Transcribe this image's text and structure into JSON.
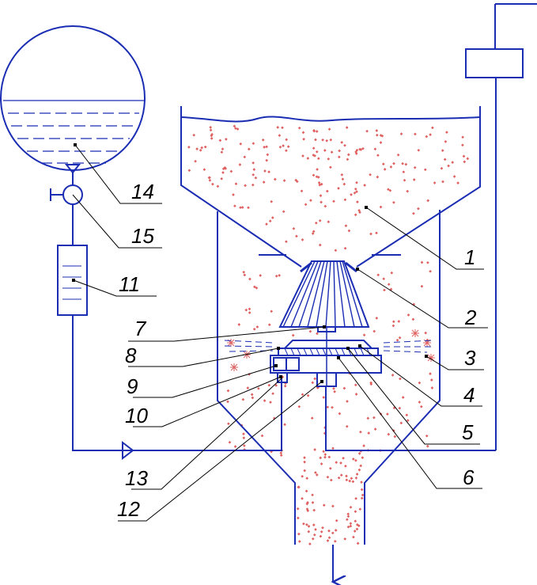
{
  "colors": {
    "outline": "#1a2db3",
    "particles": "#e06060",
    "leader": "#000000"
  },
  "callouts": [
    {
      "id": "1",
      "text": "1"
    },
    {
      "id": "2",
      "text": "2"
    },
    {
      "id": "3",
      "text": "3"
    },
    {
      "id": "4",
      "text": "4"
    },
    {
      "id": "5",
      "text": "5"
    },
    {
      "id": "6",
      "text": "6"
    },
    {
      "id": "7",
      "text": "7"
    },
    {
      "id": "8",
      "text": "8"
    },
    {
      "id": "9",
      "text": "9"
    },
    {
      "id": "10",
      "text": "10"
    },
    {
      "id": "11",
      "text": "11"
    },
    {
      "id": "12",
      "text": "12"
    },
    {
      "id": "13",
      "text": "13"
    },
    {
      "id": "14",
      "text": "14"
    },
    {
      "id": "15",
      "text": "15"
    }
  ]
}
